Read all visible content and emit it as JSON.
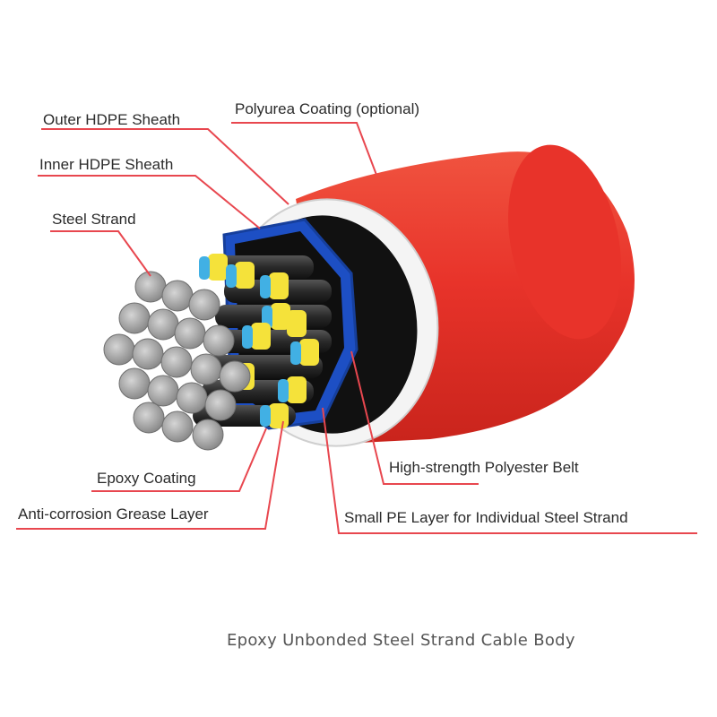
{
  "diagram": {
    "caption": "Epoxy Unbonded Steel Strand Cable Body",
    "labels": {
      "outer_sheath": "Outer HDPE Sheath",
      "polyurea": "Polyurea Coating (optional)",
      "inner_sheath": "Inner HDPE Sheath",
      "steel_strand": "Steel Strand",
      "epoxy": "Epoxy Coating",
      "grease": "Anti-corrosion Grease Layer",
      "belt": "High-strength Polyester Belt",
      "small_pe": "Small PE Layer for Individual Steel Strand"
    },
    "colors": {
      "leader": "#e8474f",
      "outer_sheath": "#e8332a",
      "inner_sheath": "#f2f2f2",
      "belt": "#1d4fc4",
      "strand": "#9a9a9a",
      "epoxy": "#41b0e4",
      "grease": "#f5e23a",
      "pe": "#3a3a3a"
    }
  }
}
